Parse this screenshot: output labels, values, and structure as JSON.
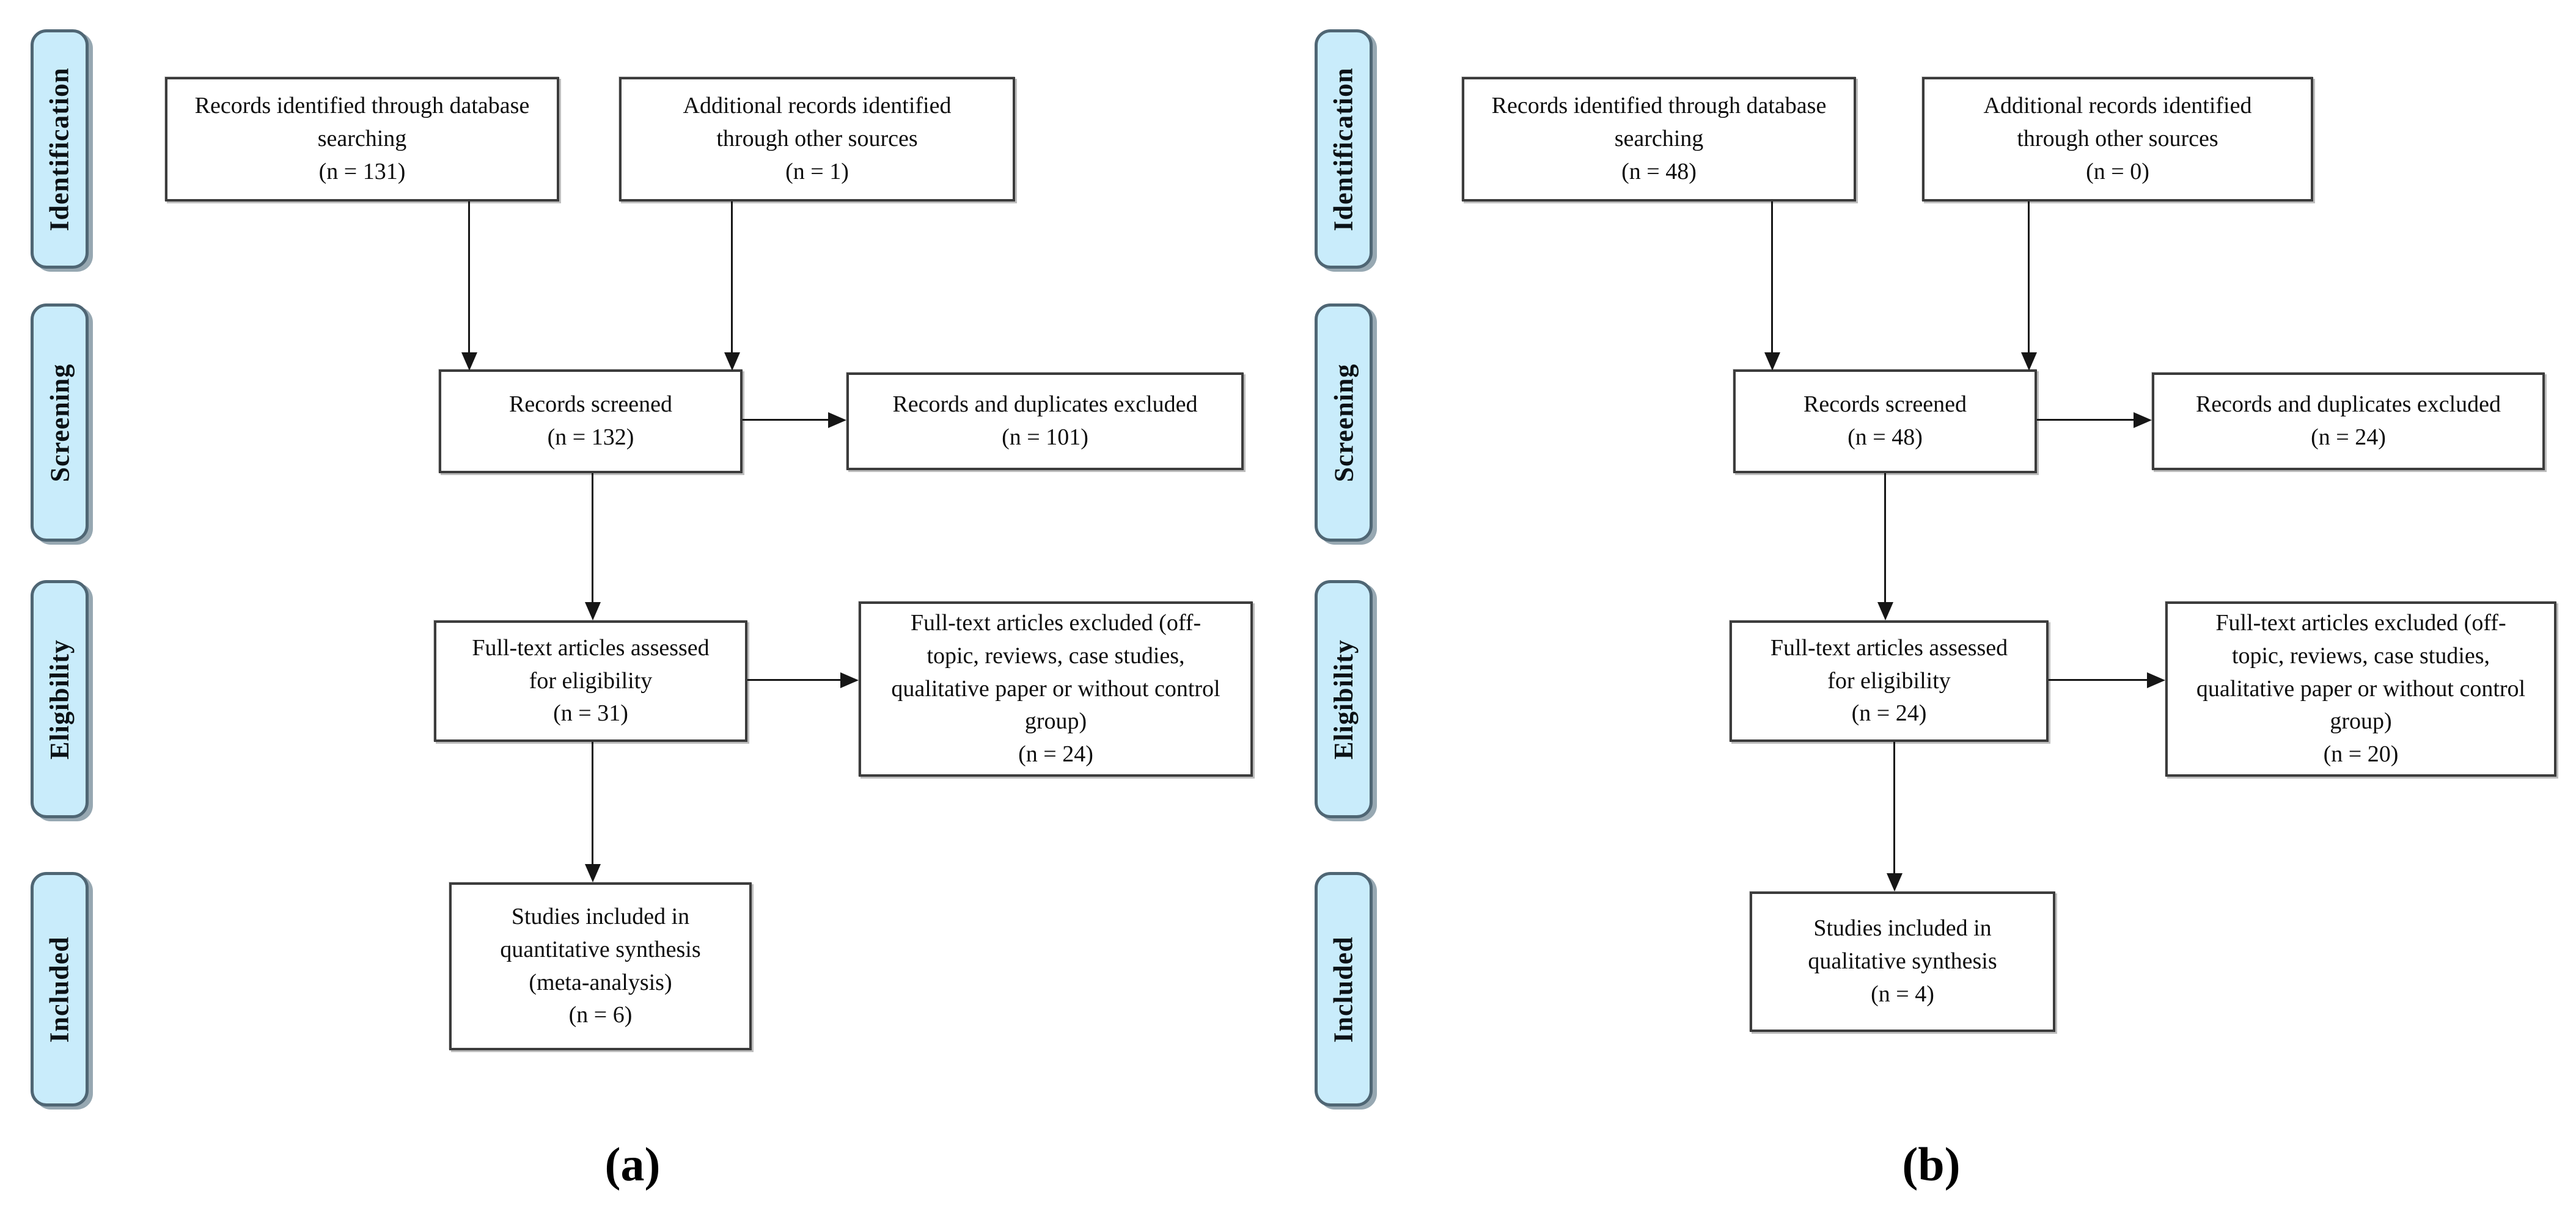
{
  "stage_labels": [
    "Identification",
    "Screening",
    "Eligibility",
    "Included"
  ],
  "colors": {
    "stage_fill": "#c9ecfb",
    "stage_border": "#4f6674",
    "stage_shadow": "#97a8b2",
    "box_background": "#ffffff",
    "box_border": "#3c3c3c",
    "arrow": "#161616",
    "text": "#0d0d0d"
  },
  "diagram_a": {
    "caption": "(a)",
    "boxes": {
      "identified_db": "Records identified through database\nsearching\n(n = 131)",
      "identified_other": "Additional records identified\nthrough other sources\n(n = 1)",
      "screened": "Records screened\n(n = 132)",
      "duplicates_excluded": "Records and duplicates excluded\n(n = 101)",
      "fulltext_assessed": "Full-text articles assessed\nfor eligibility\n(n = 31)",
      "fulltext_excluded": "Full-text articles excluded (off-\ntopic, reviews, case studies,\nqualitative paper or without control\ngroup)\n(n = 24)",
      "included": "Studies included in\nquantitative synthesis\n(meta-analysis)\n(n = 6)"
    }
  },
  "diagram_b": {
    "caption": "(b)",
    "boxes": {
      "identified_db": "Records identified through database\nsearching\n(n = 48)",
      "identified_other": "Additional records identified\nthrough other sources\n(n = 0)",
      "screened": "Records screened\n(n = 48)",
      "duplicates_excluded": "Records and duplicates excluded\n(n = 24)",
      "fulltext_assessed": "Full-text articles assessed\nfor eligibility\n(n = 24)",
      "fulltext_excluded": "Full-text articles excluded (off-\ntopic, reviews, case studies,\nqualitative paper or without control\ngroup)\n(n = 20)",
      "included": "Studies included in\nqualitative synthesis\n(n = 4)"
    }
  }
}
